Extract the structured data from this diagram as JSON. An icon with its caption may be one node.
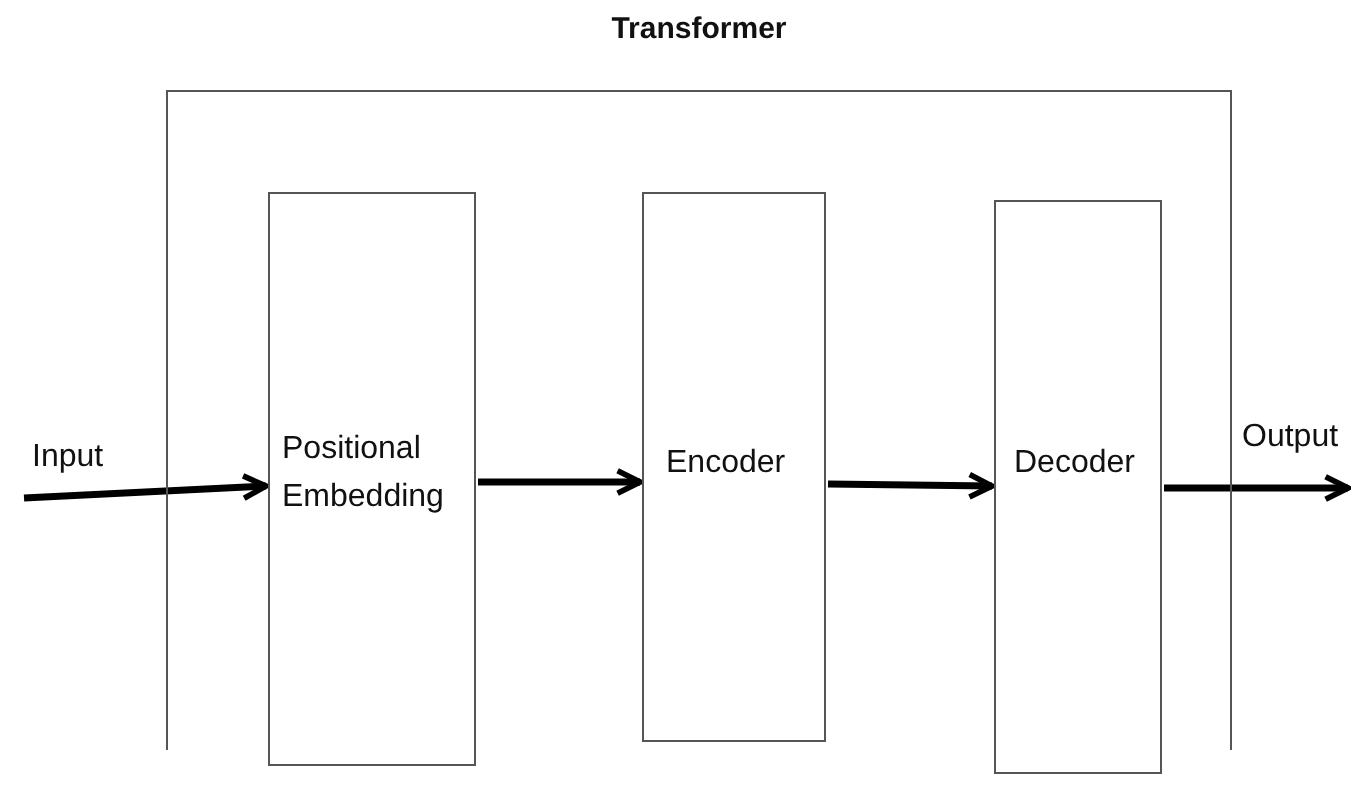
{
  "diagram": {
    "nodes": [
      {
        "text": [
          "Transformer"
        ]
      },
      {
        "text": [
          "Positional Embedding"
        ],
        "in": 0
      },
      {
        "text": [
          "Encoder"
        ],
        "in": 0
      },
      {
        "text": [
          "Decoder"
        ],
        "in": 0
      },
      {
        "text": [
          "Input"
        ]
      },
      {
        "text": [
          "Output"
        ]
      }
    ],
    "edges": [
      {
        "from": 4,
        "to": 1,
        "arrow": "to"
      },
      {
        "from": 1,
        "to": 2,
        "arrow": "to"
      },
      {
        "from": 2,
        "to": 3,
        "arrow": "to"
      },
      {
        "from": 3,
        "to": 5,
        "arrow": "to"
      }
    ]
  }
}
